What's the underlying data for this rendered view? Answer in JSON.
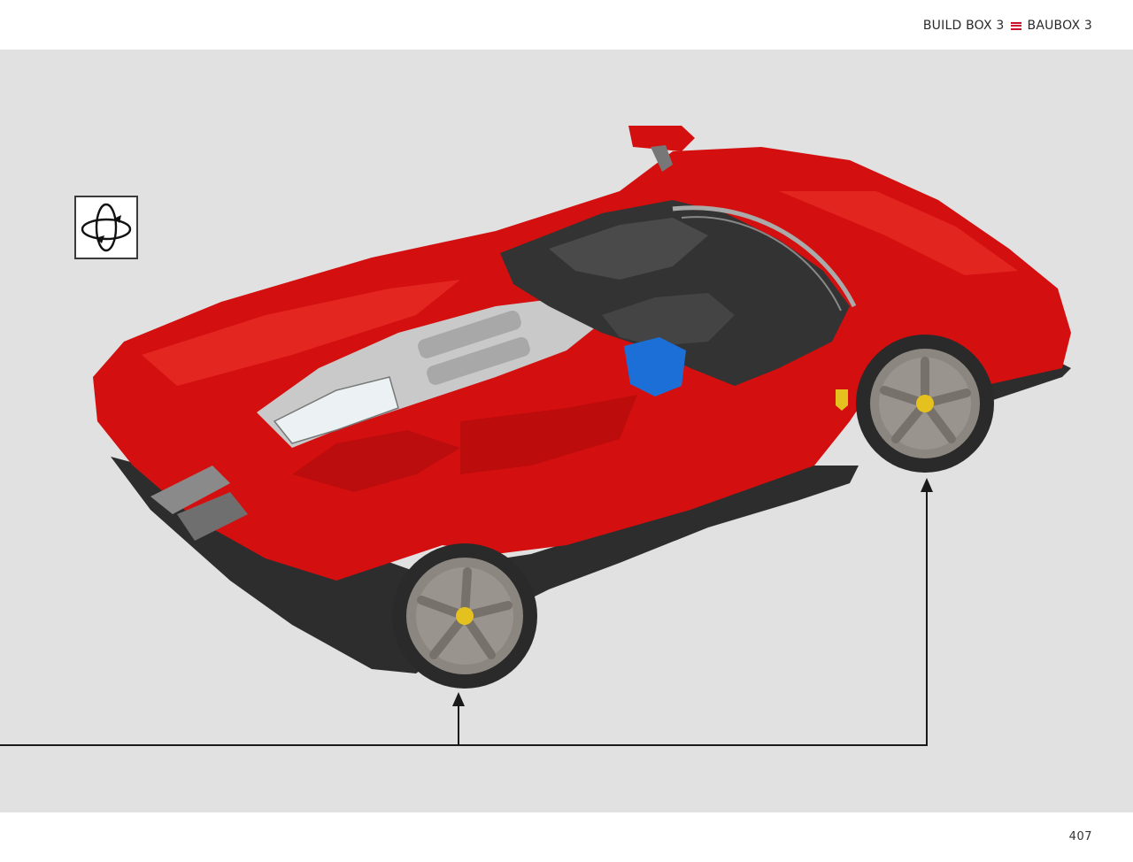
{
  "header": {
    "left_label": "BUILD BOX 3",
    "right_label": "BAUBOX 3",
    "divider_color": "#c8102e"
  },
  "page": {
    "number": "407"
  },
  "rotate_indicator": {
    "icon": "rotate-model-icon"
  },
  "model": {
    "icon": "ferrari-technic-model-illustration",
    "body_color": "#d40f0f",
    "accent_color": "#2d2d2d",
    "rim_color": "#8c8680"
  },
  "arrows": {
    "icon": "callout-arrow-icon",
    "count": 2
  }
}
